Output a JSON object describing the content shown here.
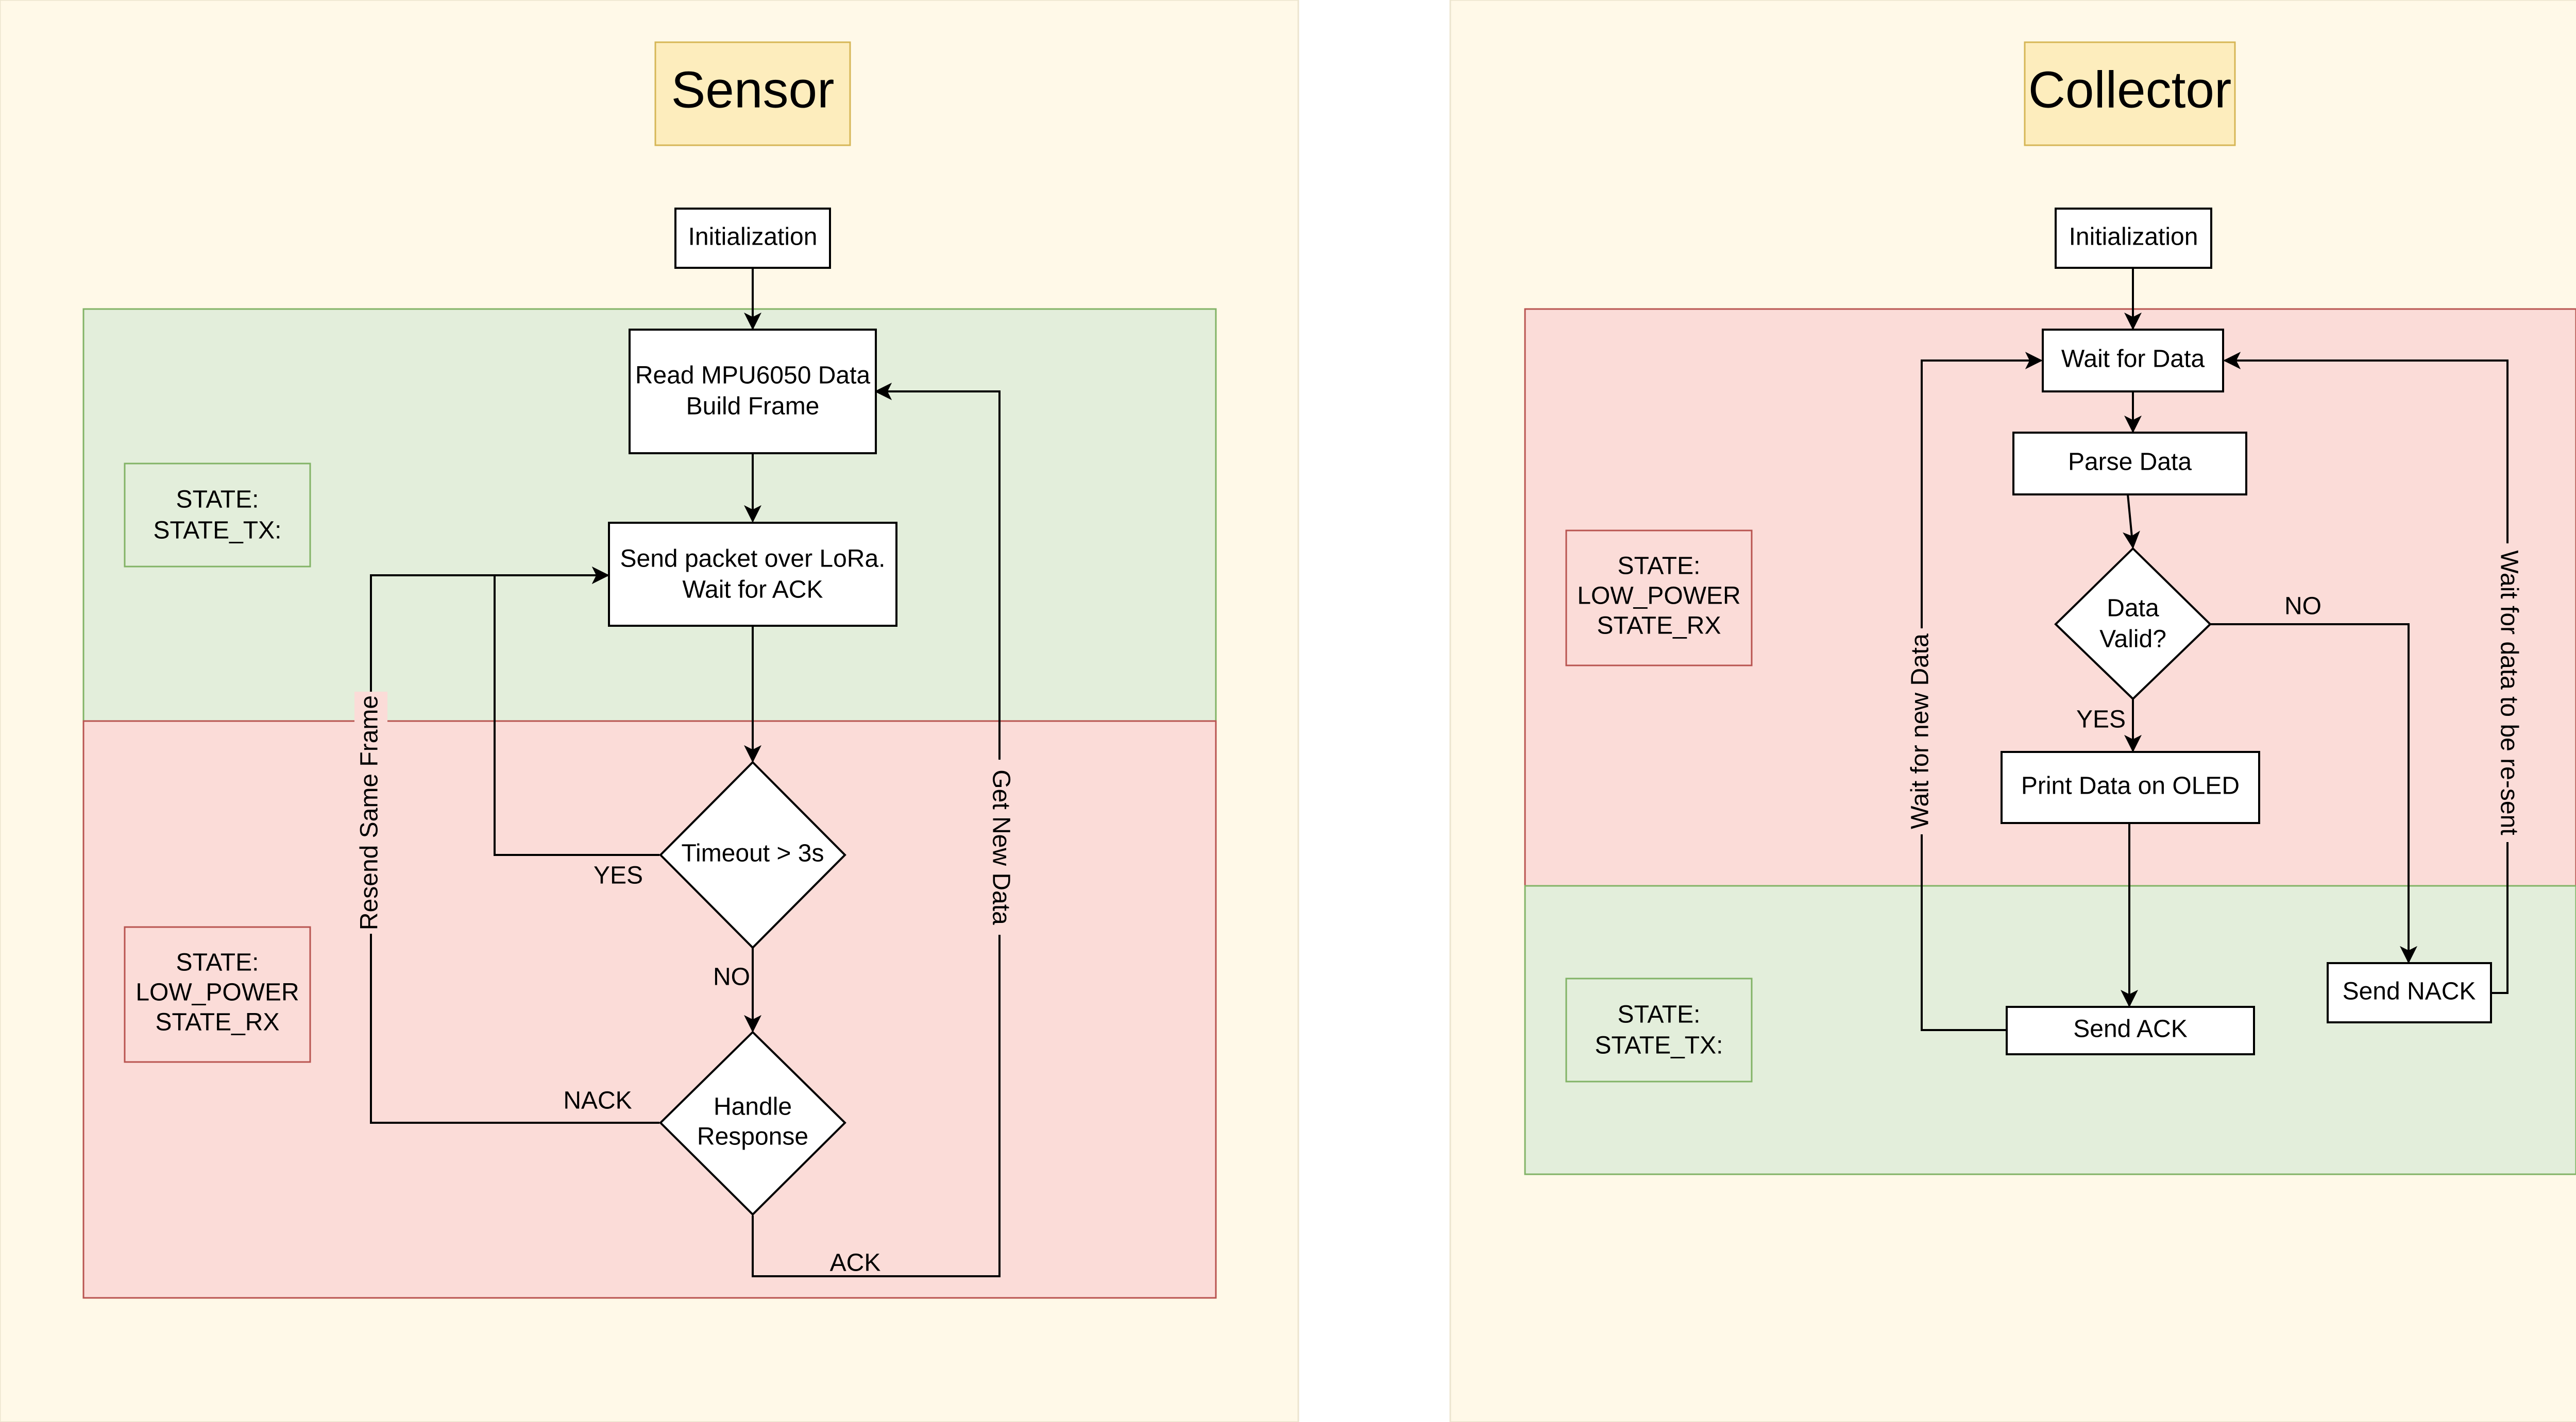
{
  "colors": {
    "panel_bg": "#fff9e8",
    "panel_border": "#ece5cf",
    "title_bg": "#fdedbd",
    "title_border": "#d6b656",
    "tx_zone_bg": "#e3eedb",
    "tx_zone_border": "#82b366",
    "rx_zone_bg": "#fbdcd8",
    "rx_zone_border": "#b85450",
    "node_fill": "#ffffff",
    "line": "#000000"
  },
  "sensor": {
    "title": "Sensor",
    "state_tx": {
      "line1": "STATE:",
      "line2": "STATE_TX:"
    },
    "state_rx": {
      "line1": "STATE:",
      "line2": "LOW_POWER",
      "line3": "STATE_RX"
    },
    "nodes": {
      "init": "Initialization",
      "read_line1": "Read MPU6050 Data",
      "read_line2": "Build Frame",
      "send_line1": "Send packet over LoRa.",
      "send_line2": "Wait for ACK",
      "timeout": "Timeout > 3s",
      "handle_line1": "Handle",
      "handle_line2": "Response"
    },
    "edges": {
      "resend": "Resend Same Frame",
      "get_new": "Get New Data",
      "yes": "YES",
      "no": "NO",
      "nack": "NACK",
      "ack": "ACK"
    }
  },
  "collector": {
    "title": "Collector",
    "state_rx": {
      "line1": "STATE:",
      "line2": "LOW_POWER",
      "line3": "STATE_RX"
    },
    "state_tx": {
      "line1": "STATE:",
      "line2": "STATE_TX:"
    },
    "nodes": {
      "init": "Initialization",
      "wait": "Wait for Data",
      "parse": "Parse Data",
      "valid_line1": "Data",
      "valid_line2": "Valid?",
      "print": "Print Data on OLED",
      "send_ack": "Send ACK",
      "send_nack": "Send NACK"
    },
    "edges": {
      "yes": "YES",
      "no": "NO",
      "wait_new": "Wait for new Data",
      "wait_resent": "Wait for data to be re-sent"
    }
  }
}
